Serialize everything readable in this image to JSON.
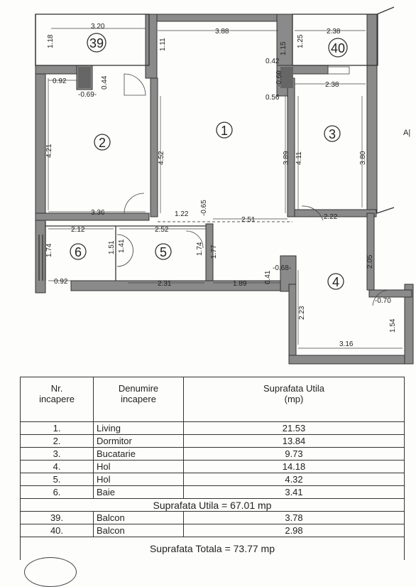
{
  "plan": {
    "rooms": [
      {
        "num": "1"
      },
      {
        "num": "2"
      },
      {
        "num": "3"
      },
      {
        "num": "4"
      },
      {
        "num": "5"
      },
      {
        "num": "6"
      },
      {
        "num": "39"
      },
      {
        "num": "40"
      }
    ],
    "dims": [
      "3.20",
      "1.18",
      "3.88",
      "1.11",
      "1.15",
      "2.38",
      "1.25",
      "0.92",
      "0.44",
      "-0.69-",
      "-0.69",
      "0.42",
      "0.56",
      "2.38",
      "4.21",
      "4.52",
      "3.89",
      "4.11",
      "3.80",
      "3.36",
      "1.22",
      "-0.65",
      "2.51",
      "2.22",
      "2.12",
      "2.52",
      "1.74",
      "1.51",
      "1.41",
      "1.74",
      "1.77",
      "0.92",
      "2.31",
      "1.89",
      "0.41",
      "-0.68-",
      "2.05",
      "-0.70",
      "1.54",
      "2.23",
      "3.16"
    ],
    "edge_label": "A|"
  },
  "table": {
    "headers": [
      "Nr.\nincapere",
      "Denumire\nincapere",
      "Suprafata Utila\n(mp)"
    ],
    "rows": [
      {
        "nr": "1.",
        "name": "Living",
        "area": "21.53"
      },
      {
        "nr": "2.",
        "name": "Dormitor",
        "area": "13.84"
      },
      {
        "nr": "3.",
        "name": "Bucatarie",
        "area": "9.73"
      },
      {
        "nr": "4.",
        "name": "Hol",
        "area": "14.18"
      },
      {
        "nr": "5.",
        "name": "Hol",
        "area": "4.32"
      },
      {
        "nr": "6.",
        "name": "Baie",
        "area": "3.41"
      }
    ],
    "subtotal": "Suprafata Utila = 67.01 mp",
    "balcony_rows": [
      {
        "nr": "39.",
        "name": "Balcon",
        "area": "3.78"
      },
      {
        "nr": "40.",
        "name": "Balcon",
        "area": "2.98"
      }
    ],
    "total": "Suprafata Totala = 73.77 mp"
  }
}
